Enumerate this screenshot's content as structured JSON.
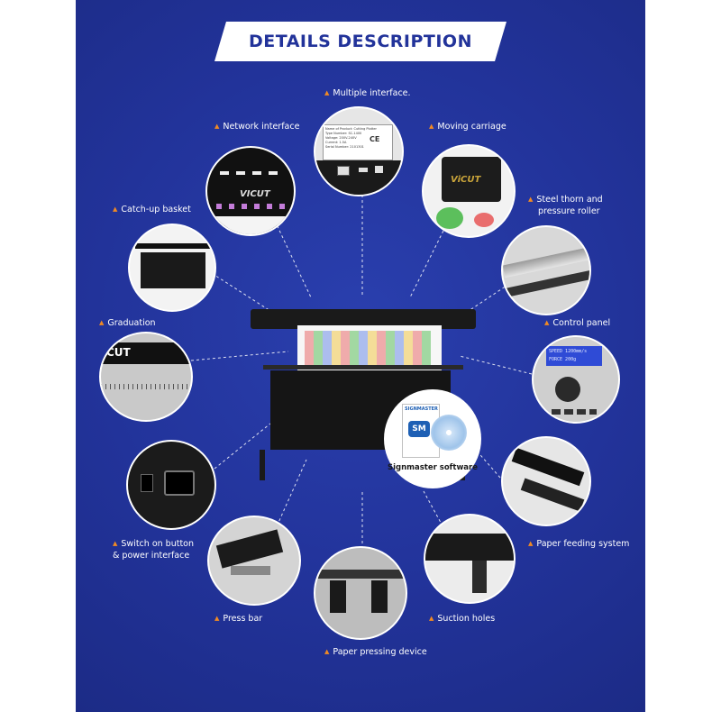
{
  "header": {
    "title": "DETAILS DESCRIPTION"
  },
  "labels": {
    "multiple_interface": "Multiple interface.",
    "network_interface": "Network interface",
    "moving_carriage": "Moving carriage",
    "catch_up_basket": "Catch-up basket",
    "steel_thorn_line1": "Steel thorn and",
    "steel_thorn_line2": "pressure roller",
    "graduation": "Graduation",
    "control_panel": "Control panel",
    "switch_line1": "Switch on button",
    "switch_line2": "& power interface",
    "paper_feeding": "Paper feeding system",
    "press_bar": "Press bar",
    "suction_holes": "Suction holes",
    "paper_pressing": "Paper pressing device"
  },
  "software": {
    "label": "Signmaster software",
    "brand": "SIGNMASTER",
    "badge": "SM"
  },
  "photo_text": {
    "vicut_carriage": "ViCUT",
    "vicut_network": "VICUT",
    "graduation_cut": "CUT",
    "lcd_line1": "SPEED  1200mm/s",
    "lcd_line2": "FORCE  200g",
    "nameplate_lines": [
      "Name of Product: Cutting Plotter",
      "Type Number: SC-1400",
      "Voltage: 200V-240V",
      "Current: 1.5A",
      "Serial Number: 2101301"
    ],
    "ce_mark": "CE"
  },
  "colors": {
    "background": "#22339a",
    "accent": "#f08a24",
    "text": "#ffffff"
  }
}
